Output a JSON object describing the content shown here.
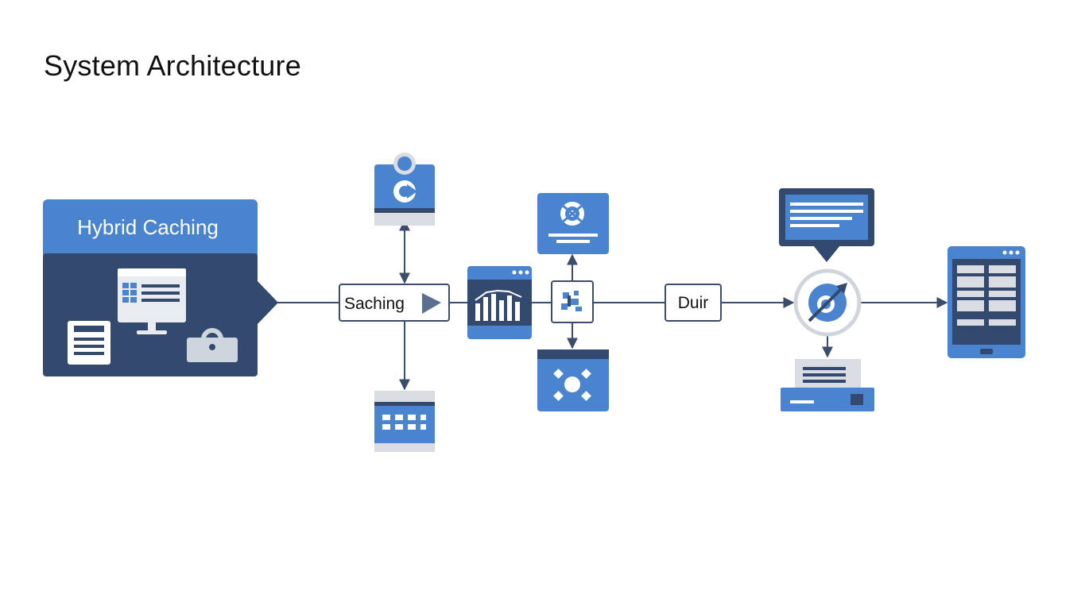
{
  "title": "System Architecture",
  "hybrid_caching": {
    "label": "Hybrid Caching"
  },
  "saching_node": {
    "label": "Saching"
  },
  "duir_node": {
    "label": "Duir"
  },
  "colors": {
    "primary_blue": "#4a84cf",
    "navy": "#34496e",
    "line": "#3b4d6b",
    "light_gray": "#d9dde3",
    "white": "#ffffff"
  },
  "icons": {
    "top_service": "refresh-service-icon",
    "bottom_storage": "calendar-grid-icon",
    "analytics": "bar-chart-icon",
    "top_target": "target-icon",
    "center_hub": "puzzle-icon",
    "bottom_network": "network-nodes-icon",
    "message": "chat-document-icon",
    "sync": "sync-circle-icon",
    "printer": "printer-icon",
    "tablet": "tablet-client-icon"
  }
}
